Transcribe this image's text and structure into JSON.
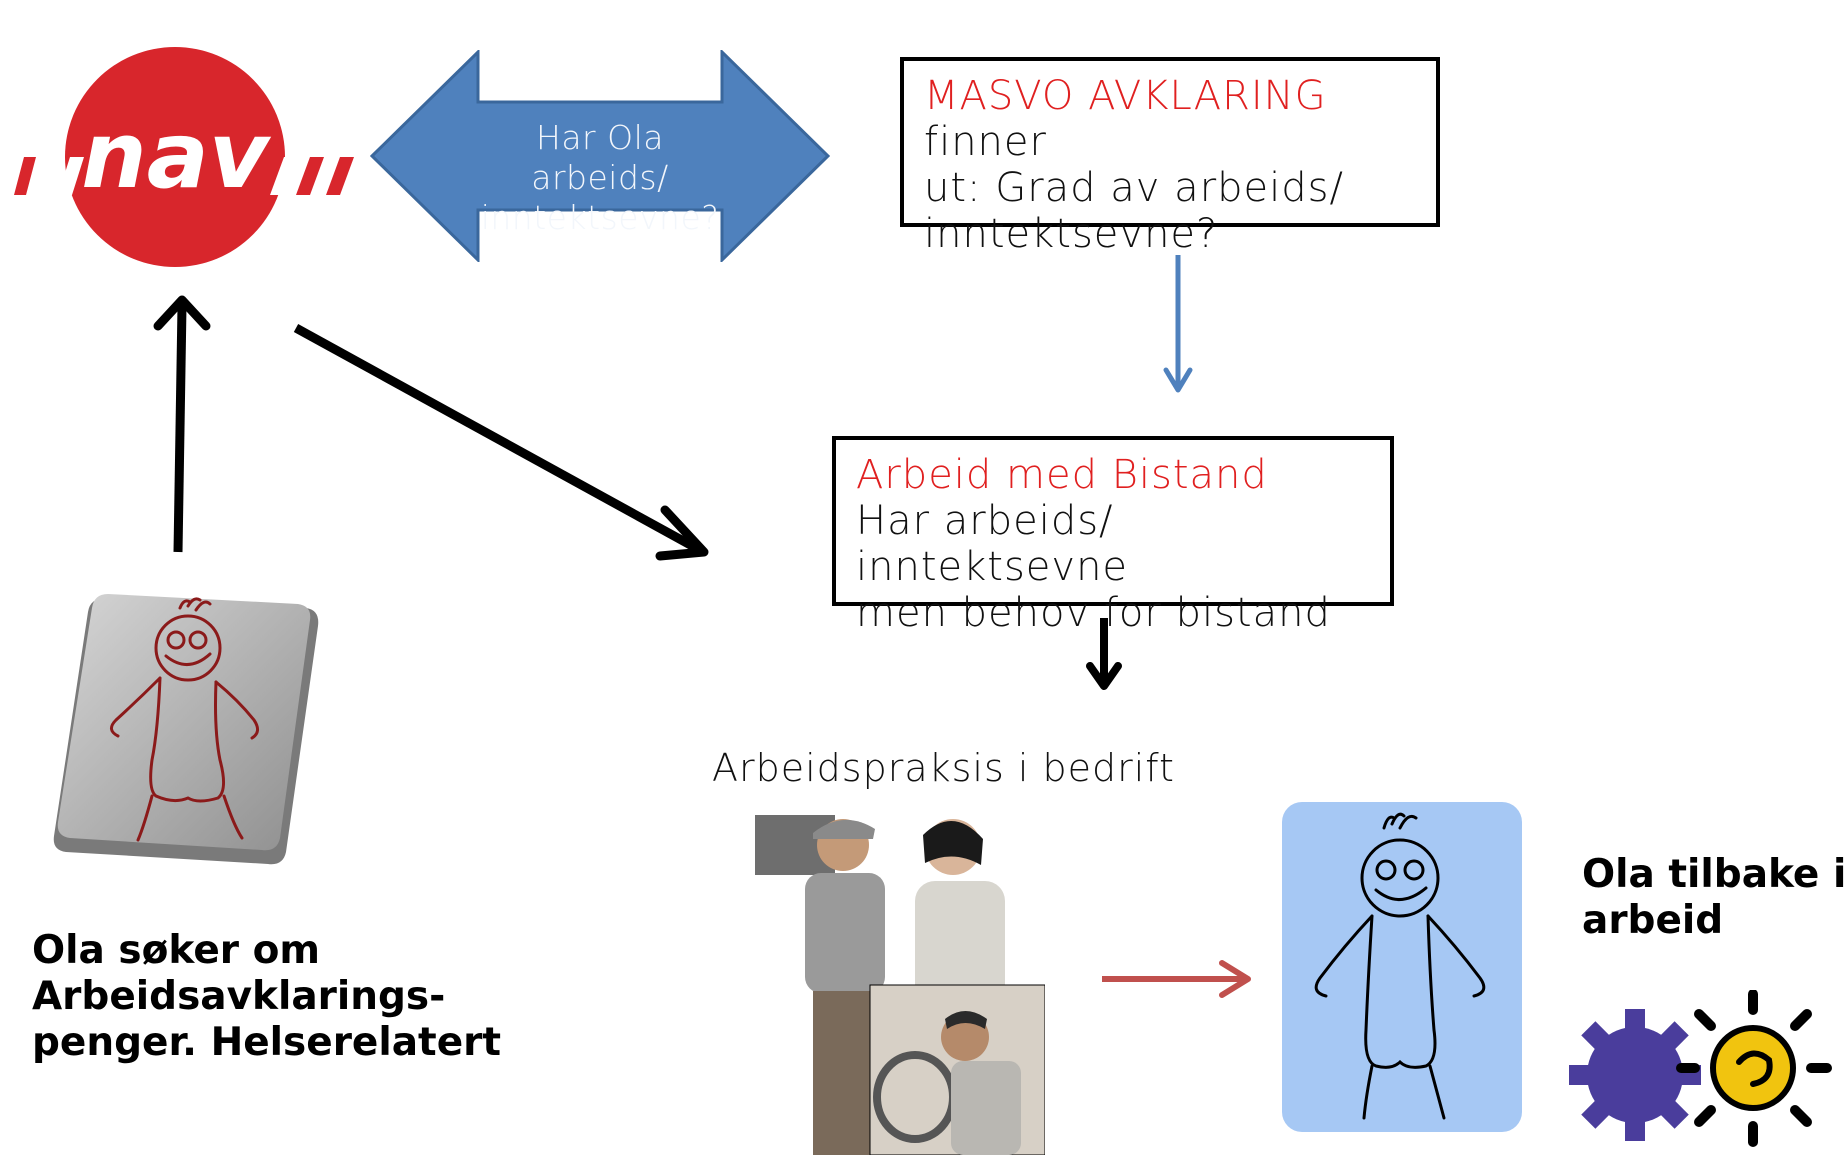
{
  "logo": {
    "text": "nav",
    "icon": "nav-logo"
  },
  "double_arrow": {
    "line1": "Har Ola arbeids/",
    "line2": "inntektsevne?"
  },
  "masvo_box": {
    "highlight": "MASVO AVKLARING",
    "rest1": " finner",
    "line2": "ut: Grad av arbeids/",
    "line3": "inntektsevne?"
  },
  "bistand_box": {
    "highlight": "Arbeid med Bistand",
    "line2": "Har arbeids/ inntektsevne",
    "line3": "men behov for bistand"
  },
  "praksis_label": "Arbeidspraksis i bedrift",
  "ola_applies": {
    "line1": "Ola søker om",
    "line2": "Arbeidsavklarings-",
    "line3": "penger. Helserelatert"
  },
  "ola_back": {
    "line1": "Ola tilbake i",
    "line2": "arbeid"
  },
  "colors": {
    "blue_arrow": "#4f81bd",
    "nav_red": "#d8262c",
    "highlight_red": "#e02020",
    "dark_red_arrow": "#c0504d",
    "light_blue_card": "#a6c8f4"
  }
}
